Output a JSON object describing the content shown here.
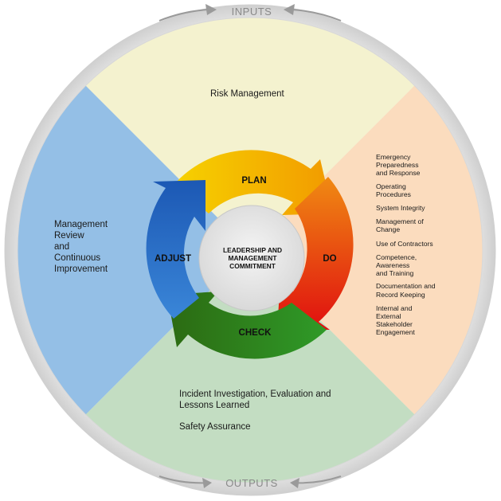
{
  "inputs_label": "INPUTS",
  "outputs_label": "OUTPUTS",
  "top_quadrant": "Risk Management",
  "left_quadrant": [
    "Management",
    "Review",
    "and",
    "Continuous",
    "Improvement"
  ],
  "bottom_quadrant": {
    "line1": "Incident Investigation, Evaluation and",
    "line2": "Lessons Learned",
    "line3": "Safety Assurance"
  },
  "do_items": [
    [
      "Emergency",
      "Preparedness",
      "and Response"
    ],
    [
      "Operating",
      "Procedures"
    ],
    [
      "System Integrity"
    ],
    [
      "Management of",
      "Change"
    ],
    [
      "Use of Contractors"
    ],
    [
      "Competence,",
      "Awareness",
      "and Training"
    ],
    [
      "Documentation and",
      "Record Keeping"
    ],
    [
      "Internal and",
      "External",
      "Stakeholder",
      "Engagement"
    ]
  ],
  "phases": {
    "plan": "PLAN",
    "do": "DO",
    "check": "CHECK",
    "adjust": "ADJUST"
  },
  "center": [
    "LEADERSHIP AND",
    "MANAGEMENT",
    "COMMITMENT"
  ],
  "colors": {
    "top_fill": "#f4f2cf",
    "left_fill": "#94bfe6",
    "bottom_fill": "#c3ddc2",
    "right_fill": "#fbdcbe",
    "outer_ring": "#e3e3e3",
    "plan_arrow": "#f1b300",
    "do_arrow": "#e23d0d",
    "check_arrow": "#2f7a1a",
    "adjust_arrow": "#2f78cf",
    "center": "#e6e6e6"
  }
}
